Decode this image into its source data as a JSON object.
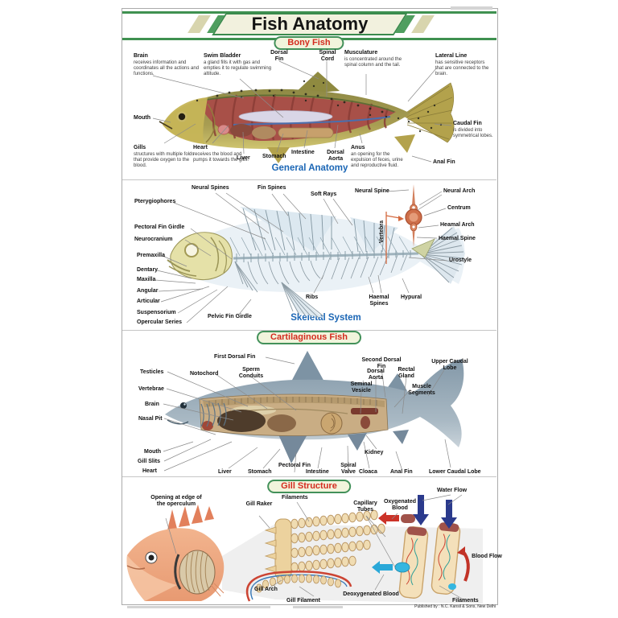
{
  "title": "Fish Anatomy",
  "colors": {
    "header_green": "#3f9150",
    "badge_bg": "#f1f4dc",
    "badge_text_red": "#d42b1e",
    "caption_blue": "#1b66b5"
  },
  "sections": [
    {
      "badge": "Bony Fish",
      "caption": "General Anatomy",
      "labels": [
        {
          "t": "Brain",
          "d": "receives information and coordinates all the actions and functions."
        },
        {
          "t": "Swim Bladder",
          "d": "a gland fills it with gas and empties it to regulate swimming altitude."
        },
        {
          "t": "Dorsal Fin"
        },
        {
          "t": "Spinal Cord"
        },
        {
          "t": "Musculature",
          "d": "is concentrated around the spinal column and the tail."
        },
        {
          "t": "Lateral Line",
          "d": "has sensitive receptors that are connected to the brain."
        },
        {
          "t": "Mouth"
        },
        {
          "t": "Gills",
          "d": "structures with multiple folds that provide oxygen to the blood."
        },
        {
          "t": "Heart",
          "d": "receives the blood and pumps it towards the gills."
        },
        {
          "t": "Liver"
        },
        {
          "t": "Stomach"
        },
        {
          "t": "Intestine"
        },
        {
          "t": "Dorsal Aorta"
        },
        {
          "t": "Anus",
          "d": "an opening for the expulsion of feces, urine and reproductive fluid."
        },
        {
          "t": "Caudal Fin",
          "d": "is divided into symmetrical lobes."
        },
        {
          "t": "Anal Fin"
        }
      ]
    },
    {
      "caption": "Skeletal System",
      "labels": [
        {
          "t": "Neural Spines"
        },
        {
          "t": "Fin Spines"
        },
        {
          "t": "Soft Rays"
        },
        {
          "t": "Pterygiophores"
        },
        {
          "t": "Pectoral Fin Girdle"
        },
        {
          "t": "Neurocranium"
        },
        {
          "t": "Premaxilla"
        },
        {
          "t": "Dentary"
        },
        {
          "t": "Maxilla"
        },
        {
          "t": "Angular"
        },
        {
          "t": "Articular"
        },
        {
          "t": "Suspensorium"
        },
        {
          "t": "Opercular Series"
        },
        {
          "t": "Pelvic Fin Girdle"
        },
        {
          "t": "Ribs"
        },
        {
          "t": "Haemal Spines"
        },
        {
          "t": "Hypural"
        },
        {
          "t": "Neural Spine"
        },
        {
          "t": "Neural Arch"
        },
        {
          "t": "Centrum"
        },
        {
          "t": "Heamal Arch"
        },
        {
          "t": "Haemal Spine"
        },
        {
          "t": "Urostyle"
        },
        {
          "t": "Vertebra"
        }
      ]
    },
    {
      "badge": "Cartilaginous Fish",
      "labels": [
        {
          "t": "First Dorsal Fin"
        },
        {
          "t": "Testicles"
        },
        {
          "t": "Notochord"
        },
        {
          "t": "Sperm Conduits"
        },
        {
          "t": "Dorsal Aorta"
        },
        {
          "t": "Rectal Gland"
        },
        {
          "t": "Second Dorsal Fin"
        },
        {
          "t": "Seminal Vesicle"
        },
        {
          "t": "Muscle Segments"
        },
        {
          "t": "Upper Caudal Lobe"
        },
        {
          "t": "Vertebrae"
        },
        {
          "t": "Brain"
        },
        {
          "t": "Nasal Pit"
        },
        {
          "t": "Mouth"
        },
        {
          "t": "Gill Slits"
        },
        {
          "t": "Heart"
        },
        {
          "t": "Liver"
        },
        {
          "t": "Stomach"
        },
        {
          "t": "Pectoral Fin"
        },
        {
          "t": "Intestine"
        },
        {
          "t": "Spiral Valve"
        },
        {
          "t": "Cloaca"
        },
        {
          "t": "Kidney"
        },
        {
          "t": "Anal Fin"
        },
        {
          "t": "Lower Caudal Lobe"
        }
      ]
    },
    {
      "badge": "Gill Structure",
      "labels": [
        {
          "t": "Opening at edge of the operculum"
        },
        {
          "t": "Gill Raker"
        },
        {
          "t": "Filaments"
        },
        {
          "t": "Capillary Tubes"
        },
        {
          "t": "Oxygenated Blood"
        },
        {
          "t": "Water Flow"
        },
        {
          "t": "Blood Flow"
        },
        {
          "t": "Deoxygenated Blood"
        },
        {
          "t": "Gill Arch"
        },
        {
          "t": "Gill Filament"
        },
        {
          "t": "Filaments"
        }
      ]
    }
  ],
  "footer": {
    "publisher": "Published by : N.C. Kansil & Sons, New Delhi"
  }
}
